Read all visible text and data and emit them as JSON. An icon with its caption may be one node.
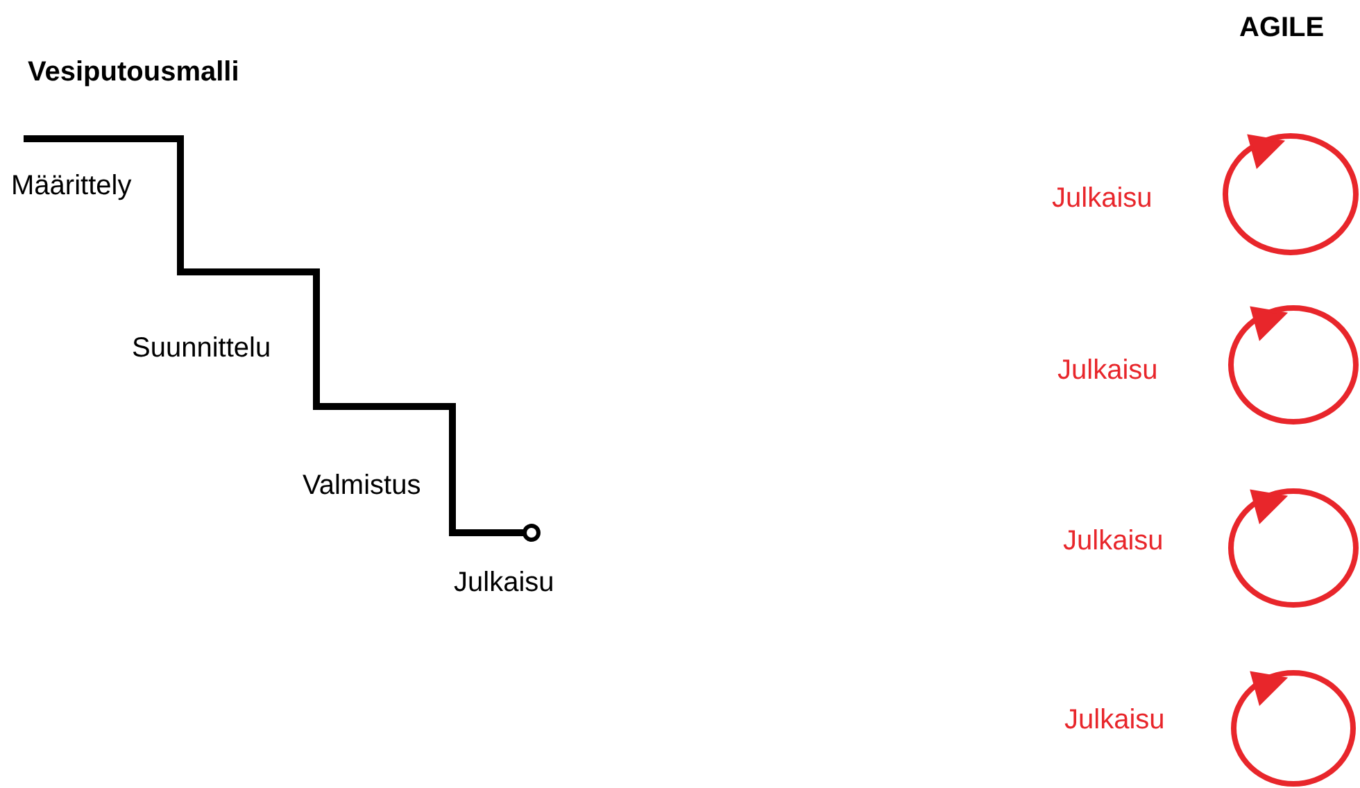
{
  "diagram": {
    "labels": [
      "AGILE",
      "Vesiputousmalli",
      "Määrittely",
      "Julkaisu",
      "Suunnittelu",
      "Julkaisu",
      "Valmistus",
      "Julkaisu",
      "Julkaisu",
      "Julkaisu"
    ]
  }
}
